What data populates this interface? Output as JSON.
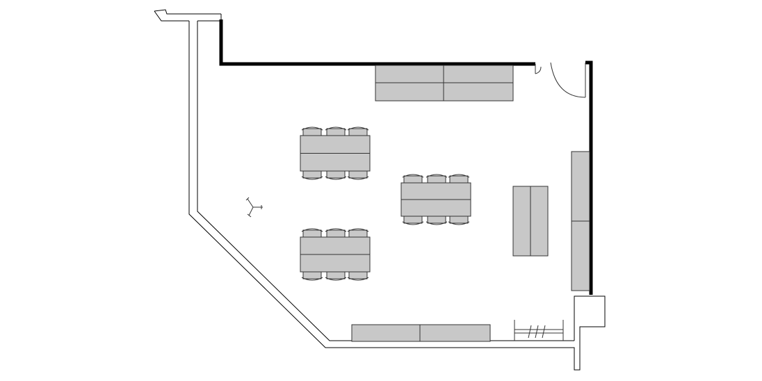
{
  "plan": {
    "colors": {
      "background": "#ffffff",
      "wall": "#000000",
      "furniture_fill": "#c8c8c8",
      "furniture_stroke": "#333333"
    },
    "furniture": {
      "cabinet_banks": 4,
      "tables": 3,
      "chairs_per_table": 6,
      "desk_blocks": 1,
      "coat_rack": 1,
      "door": 1,
      "fan_icon": 1
    }
  }
}
